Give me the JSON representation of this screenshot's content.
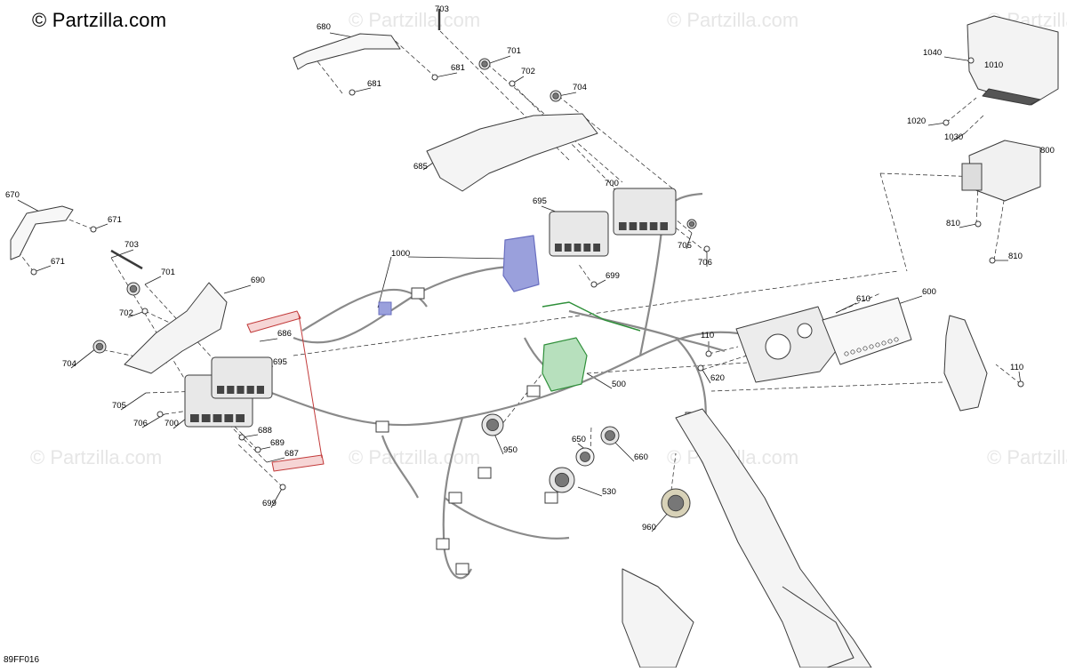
{
  "brand": {
    "text": "© Partzilla.com"
  },
  "watermark": {
    "text": "© Partzilla.com"
  },
  "diagram_ref": "89FF016",
  "colors": {
    "line": "#222222",
    "part": "#3a3a3a",
    "harness": "#8a8a8a",
    "highlight_blue": "#6a6fc0",
    "highlight_green": "#2f8f3a",
    "highlight_red": "#c23b3b",
    "watermark": "#e6e6e6"
  },
  "callouts": [
    {
      "id": "c703a",
      "label": "703"
    },
    {
      "id": "c680",
      "label": "680"
    },
    {
      "id": "c701a",
      "label": "701"
    },
    {
      "id": "c681a",
      "label": "681"
    },
    {
      "id": "c702a",
      "label": "702"
    },
    {
      "id": "c681b",
      "label": "681"
    },
    {
      "id": "c704a",
      "label": "704"
    },
    {
      "id": "c685",
      "label": "685"
    },
    {
      "id": "c700a",
      "label": "700"
    },
    {
      "id": "c695a",
      "label": "695"
    },
    {
      "id": "c705a",
      "label": "705"
    },
    {
      "id": "c706a",
      "label": "706"
    },
    {
      "id": "c699a",
      "label": "699"
    },
    {
      "id": "c1000",
      "label": "1000"
    },
    {
      "id": "c670",
      "label": "670"
    },
    {
      "id": "c671a",
      "label": "671"
    },
    {
      "id": "c671b",
      "label": "671"
    },
    {
      "id": "c703b",
      "label": "703"
    },
    {
      "id": "c701b",
      "label": "701"
    },
    {
      "id": "c690",
      "label": "690"
    },
    {
      "id": "c702b",
      "label": "702"
    },
    {
      "id": "c686",
      "label": "686"
    },
    {
      "id": "c704b",
      "label": "704"
    },
    {
      "id": "c695b",
      "label": "695"
    },
    {
      "id": "c705b",
      "label": "705"
    },
    {
      "id": "c706b",
      "label": "706"
    },
    {
      "id": "c700b",
      "label": "700"
    },
    {
      "id": "c688",
      "label": "688"
    },
    {
      "id": "c689",
      "label": "689"
    },
    {
      "id": "c687",
      "label": "687"
    },
    {
      "id": "c699b",
      "label": "699"
    },
    {
      "id": "c1040",
      "label": "1040"
    },
    {
      "id": "c1010",
      "label": "1010"
    },
    {
      "id": "c1020",
      "label": "1020"
    },
    {
      "id": "c1030",
      "label": "1030"
    },
    {
      "id": "c800",
      "label": "800"
    },
    {
      "id": "c810a",
      "label": "810"
    },
    {
      "id": "c810b",
      "label": "810"
    },
    {
      "id": "c610",
      "label": "610"
    },
    {
      "id": "c600",
      "label": "600"
    },
    {
      "id": "c110a",
      "label": "110"
    },
    {
      "id": "c110b",
      "label": "110"
    },
    {
      "id": "c620",
      "label": "620"
    },
    {
      "id": "c500",
      "label": "500"
    },
    {
      "id": "c950",
      "label": "950"
    },
    {
      "id": "c650",
      "label": "650"
    },
    {
      "id": "c660",
      "label": "660"
    },
    {
      "id": "c530",
      "label": "530"
    },
    {
      "id": "c960",
      "label": "960"
    }
  ]
}
